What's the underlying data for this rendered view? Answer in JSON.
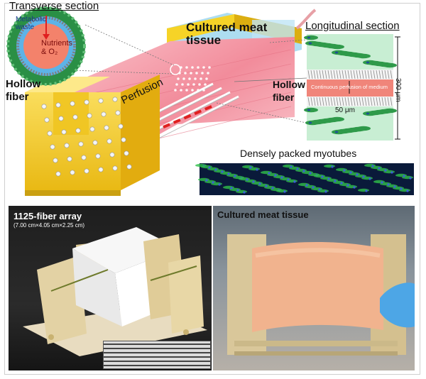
{
  "labels": {
    "transverse_title": "Transverse section",
    "metabolic_waste": "Metabolic waste",
    "nutrients": "Nutrients & O₂",
    "hollow_fiber_left": "Hollow fiber",
    "cultured_meat": "Cultured meat tissue",
    "perfusion": "Perfusion",
    "longitudinal_title": "Longitudinal section",
    "hollow_fiber_right": "Hollow fiber",
    "continuous": "Continuous perfusion of medium",
    "dim_300": "300 μm",
    "dim_50": "50 μm",
    "myotubes": "Densely packed myotubes",
    "array_title": "1125-fiber array",
    "array_dims": "(7.00 cm×4.05 cm×2.25 cm)",
    "tissue_photo_title": "Cultured meat tissue"
  },
  "colors": {
    "yellow": "#f6d327",
    "yellow_dark": "#d9a90c",
    "pink": "#f08e9a",
    "green": "#2f9a4a",
    "arrow_red": "#e02020",
    "meat": "#f0b08a"
  }
}
